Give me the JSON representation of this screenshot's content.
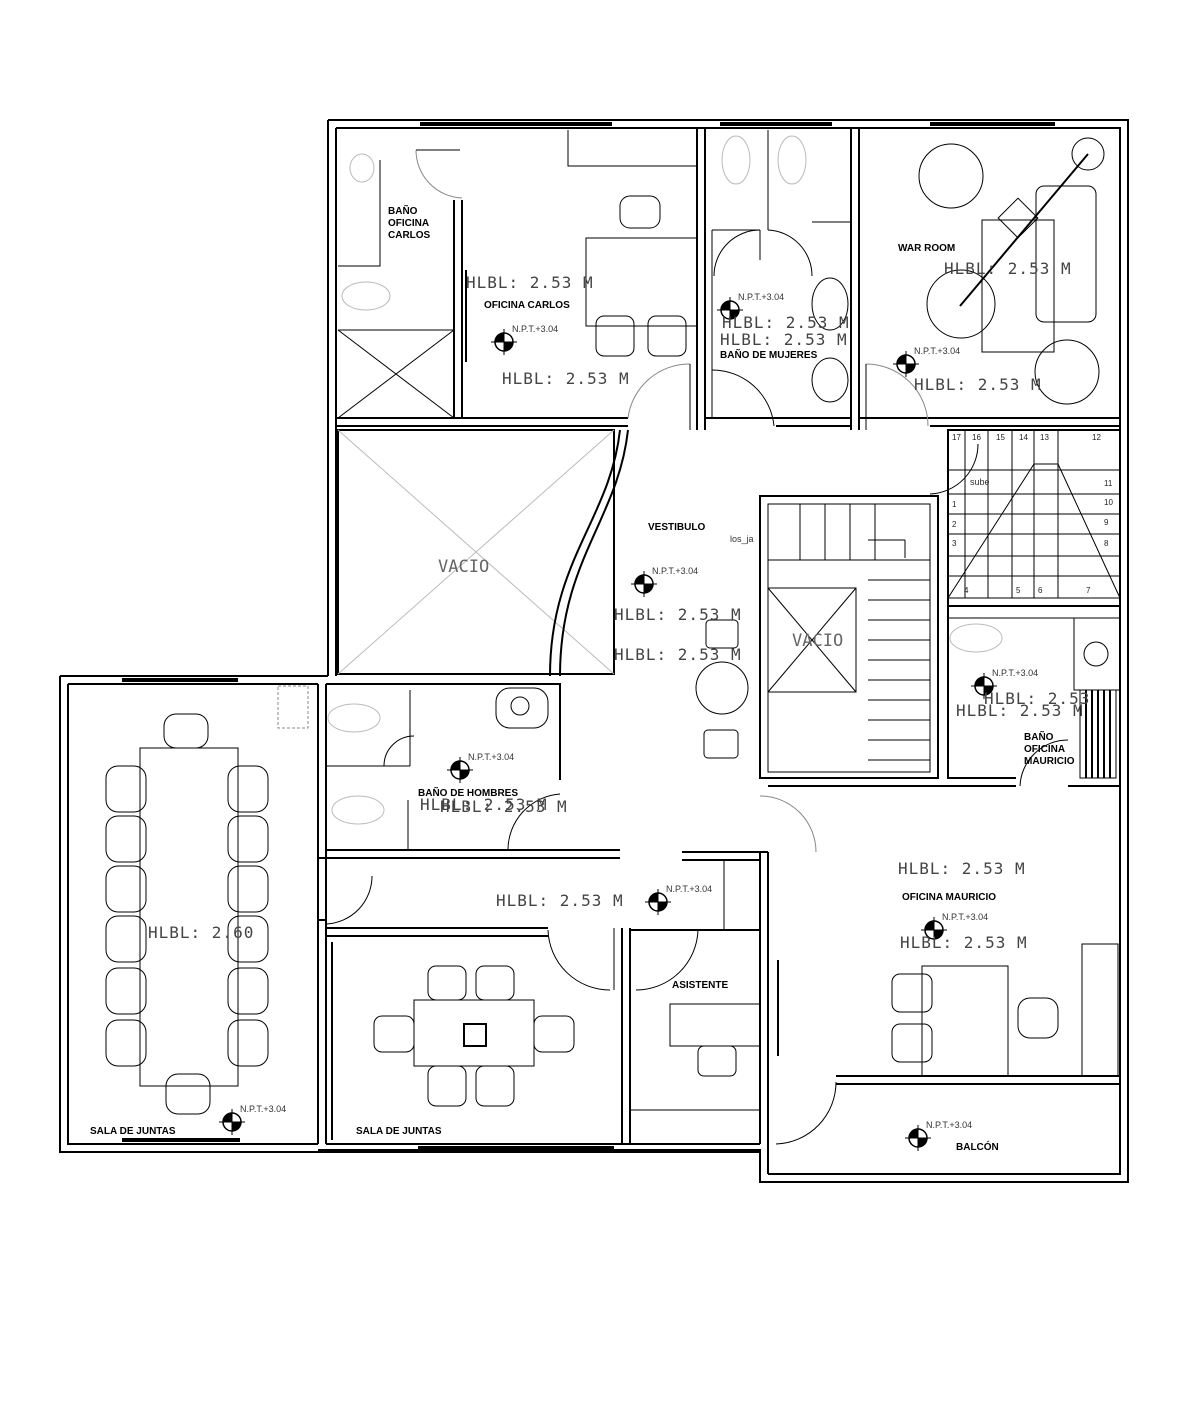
{
  "rooms": {
    "bano_carlos": "BAÑO\nOFICINA\nCARLOS",
    "oficina_carlos": "OFICINA CARLOS",
    "bano_mujeres": "BAÑO DE MUJERES",
    "war_room": "WAR ROOM",
    "vestibulo": "VESTIBULO",
    "vacio_left": "VACIO",
    "vacio_stair": "VACIO",
    "bano_hombres": "BAÑO DE HOMBRES",
    "bano_mauricio": "BAÑO\nOFICINA\nMAURICIO",
    "oficina_mauricio": "OFICINA MAURICIO",
    "asistente": "ASISTENTE",
    "sala_juntas_left": "SALA DE JUNTAS",
    "sala_juntas_center": "SALA DE JUNTAS",
    "balcon": "BALCÓN",
    "los_ja": "los_ja",
    "sube": "sube"
  },
  "levels": {
    "hlbl": "HLBL: 2.53 M",
    "hlbl_partial": "HLBL: 2.53",
    "hlbl_sala": "HLBL: 2.60",
    "npt": "N.P.T.+3.04"
  },
  "stair_numbers": [
    "1",
    "2",
    "3",
    "4",
    "5",
    "6",
    "7",
    "8",
    "9",
    "10",
    "11",
    "12",
    "13",
    "14",
    "15",
    "16",
    "17"
  ]
}
